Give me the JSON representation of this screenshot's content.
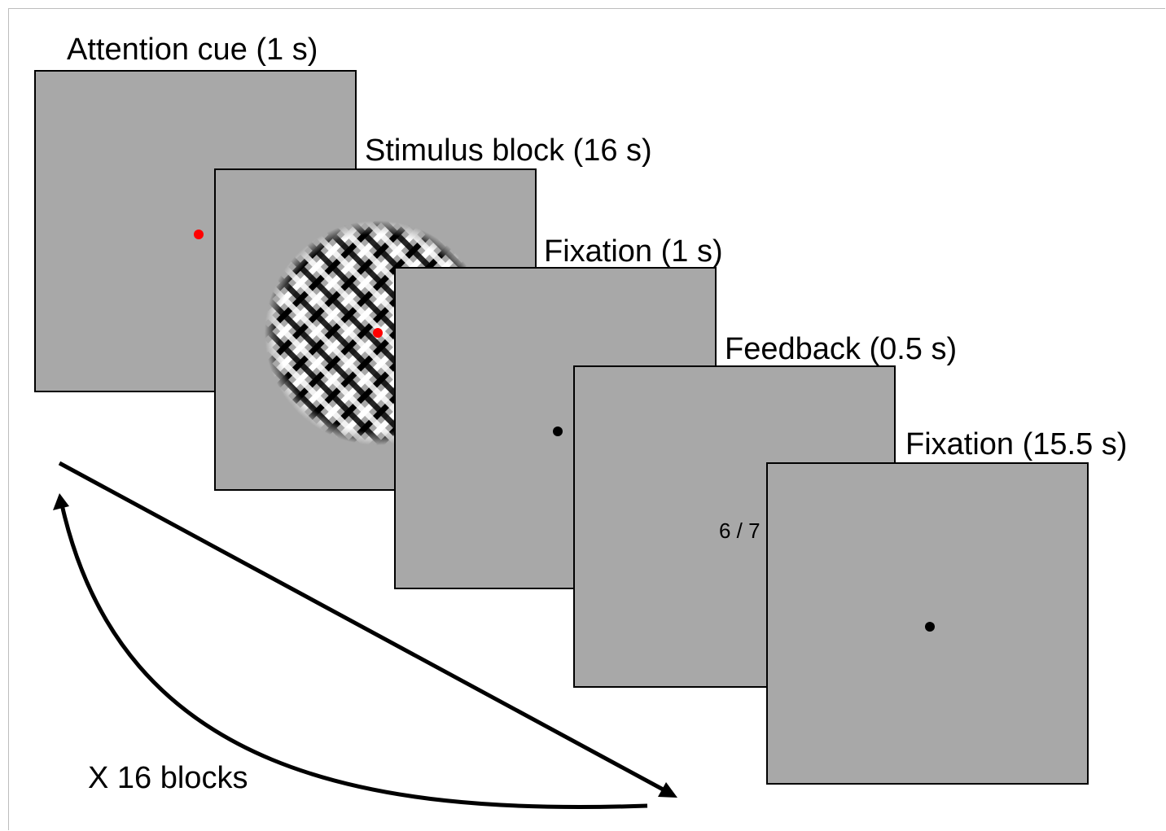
{
  "title": "",
  "colors": {
    "screen_background": "#a8a8a8",
    "border": "#000000",
    "cue_dot": "#ff0000",
    "fixation_dot": "#000000",
    "grating_light": "#ffffff",
    "grating_dark": "#000000"
  },
  "stages": [
    {
      "label": "Attention cue (1 s)",
      "content": "red-fixation-dot"
    },
    {
      "label": "Stimulus block (16 s)",
      "content": "plaid-grating-with-red-dot"
    },
    {
      "label": "Fixation (1 s)",
      "content": "black-fixation-dot"
    },
    {
      "label": "Feedback (0.5 s)",
      "content": "score-text",
      "score": "6 / 7"
    },
    {
      "label": "Fixation (15.5 s)",
      "content": "black-fixation-dot"
    }
  ],
  "repeat": {
    "label": "X 16 blocks",
    "icon": "repeat-loop-arrow"
  }
}
